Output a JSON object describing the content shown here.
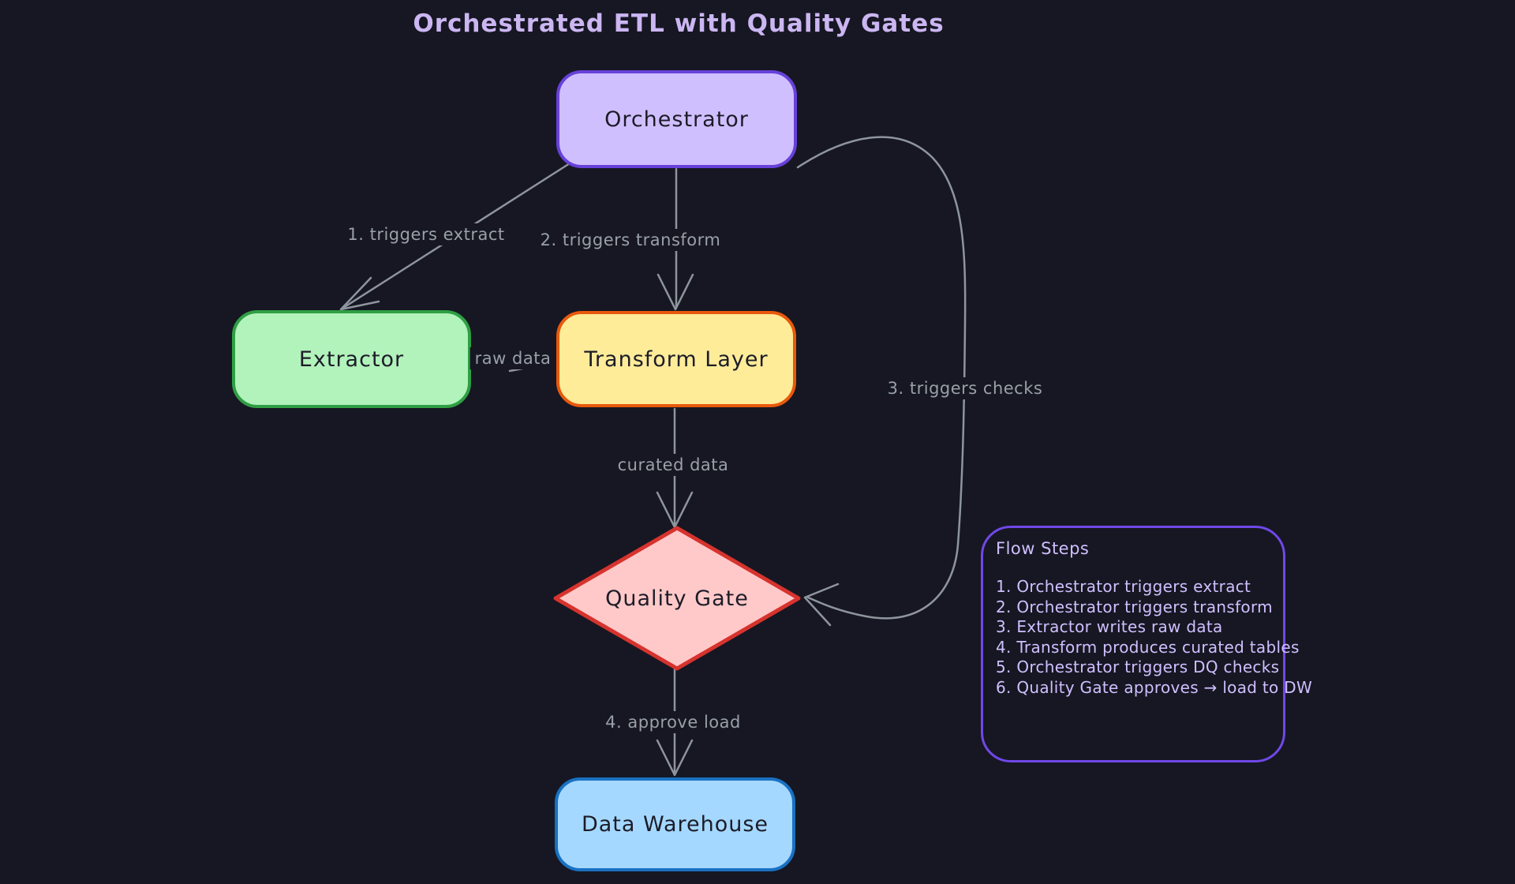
{
  "title": "Orchestrated ETL with Quality Gates",
  "nodes": {
    "orchestrator": {
      "label": "Orchestrator",
      "fill": "#d0bfff",
      "border": "#6741d9"
    },
    "extractor": {
      "label": "Extractor",
      "fill": "#b2f2bb",
      "border": "#2f9e44"
    },
    "transform": {
      "label": "Transform Layer",
      "fill": "#ffec99",
      "border": "#e8590c"
    },
    "quality_gate": {
      "label": "Quality Gate",
      "fill": "#ffc9c9",
      "border": "#d7332e"
    },
    "warehouse": {
      "label": "Data Warehouse",
      "fill": "#a5d8ff",
      "border": "#1971c2"
    }
  },
  "edges": {
    "triggers_extract": {
      "label": "1. triggers extract"
    },
    "triggers_transform": {
      "label": "2. triggers transform"
    },
    "triggers_checks": {
      "label": "3. triggers checks"
    },
    "raw_data": {
      "label": "raw data"
    },
    "curated_data": {
      "label": "curated data"
    },
    "approve_load": {
      "label": "4. approve load"
    }
  },
  "panel": {
    "title": "Flow Steps",
    "steps": [
      "1. Orchestrator triggers extract",
      "2. Orchestrator triggers transform",
      "3. Extractor writes raw data",
      "4. Transform produces curated tables",
      "5. Orchestrator triggers DQ checks",
      "6. Quality Gate approves → load to DW"
    ]
  },
  "colors": {
    "background": "#161722",
    "edge_stroke": "#8e959c",
    "edge_label_text": "#99a0a7",
    "title_text": "#cbb6f2",
    "panel_border": "#7048e8",
    "panel_text": "#d0bfff",
    "node_text": "#1c1c28"
  }
}
